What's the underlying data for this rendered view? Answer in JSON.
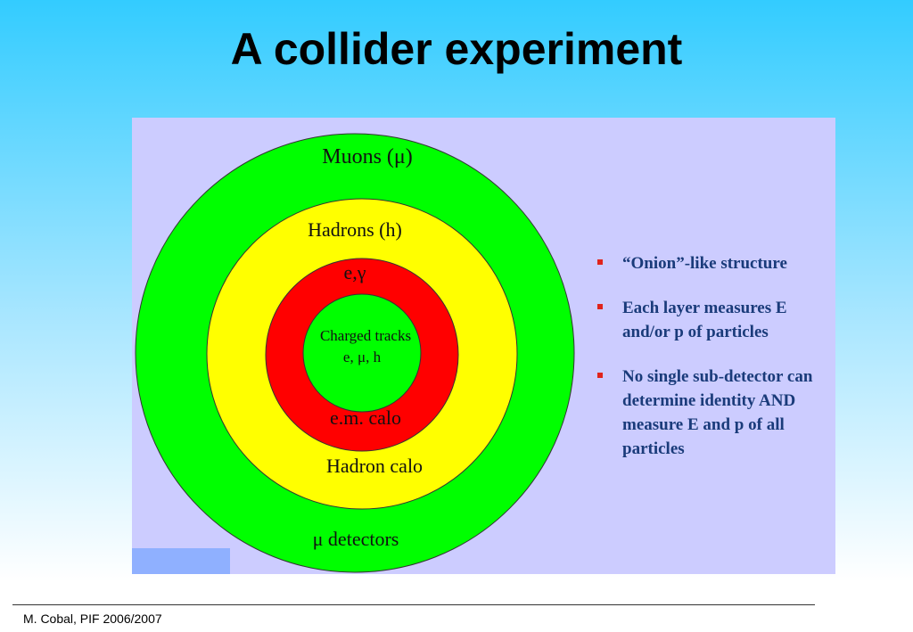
{
  "title": "A collider experiment",
  "diagram": {
    "layers": [
      {
        "label": "Muons (μ)",
        "color": "#00ff00"
      },
      {
        "label": "Hadrons (h)",
        "color": "#ffff00"
      },
      {
        "label": "e,γ",
        "color": "#ff0000"
      },
      {
        "label": "Charged tracks",
        "sublabel": "e, μ, h",
        "color": "#00ff00"
      }
    ],
    "bottom_labels": [
      "e.m. calo",
      "Hadron calo",
      "μ detectors"
    ]
  },
  "bullets": [
    "“Onion”-like structure",
    "Each layer measures E and/or p of particles",
    "No single sub-detector can determine identity AND measure E and p of all particles"
  ],
  "colors": {
    "bullet_text": "#1a3b7a",
    "bullet_marker": "#e0231c",
    "panel": "#ccccff"
  },
  "footer": "M. Cobal, PIF 2006/2007"
}
